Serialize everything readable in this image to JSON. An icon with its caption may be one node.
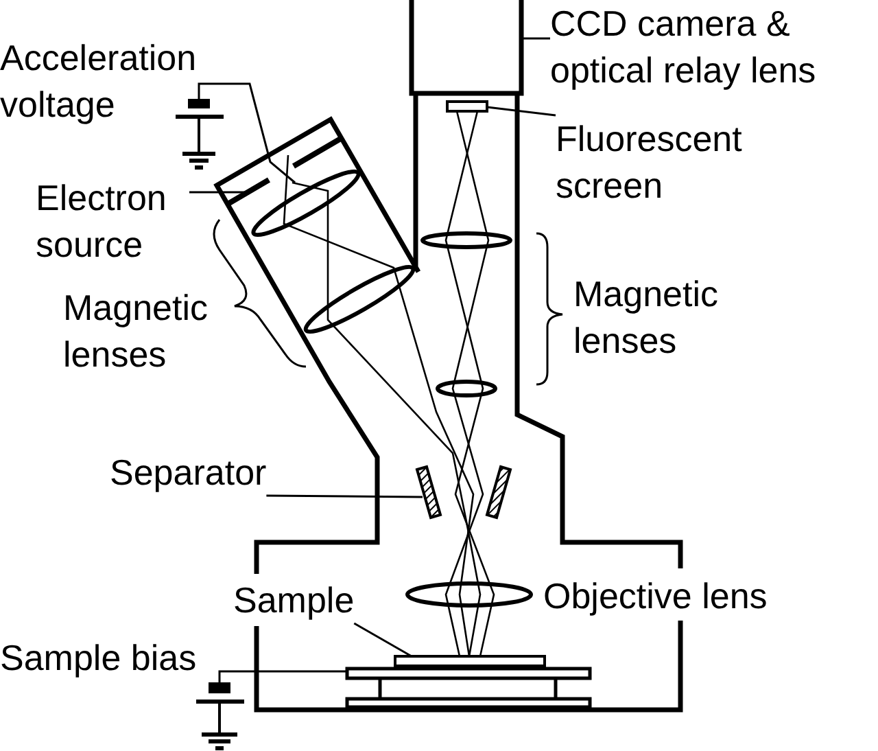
{
  "diagram": {
    "nodes": [
      {
        "text": [
          "CCD camera & optical relay lens"
        ]
      },
      {
        "text": [],
        "shape": "box"
      },
      {
        "text": [
          "Fluorescent screen"
        ]
      },
      {
        "text": [],
        "shape": "bar"
      },
      {
        "text": [
          "Electron source"
        ]
      },
      {
        "text": [],
        "shape": "bar"
      },
      {
        "text": [
          "Separator"
        ]
      },
      {
        "text": [],
        "shape": "bar"
      },
      {
        "text": [
          "Sample"
        ]
      },
      {
        "text": [],
        "shape": "bar"
      }
    ],
    "edges": [
      {
        "from": 0,
        "to": 1,
        "arrow": "none"
      },
      {
        "from": 2,
        "to": 3,
        "arrow": "none"
      },
      {
        "from": 4,
        "to": 5,
        "arrow": "none"
      },
      {
        "from": 6,
        "to": 7,
        "arrow": "none"
      },
      {
        "from": 8,
        "to": 9,
        "arrow": "none"
      }
    ],
    "labels": [
      "Acceleration voltage",
      "Magnetic lenses",
      "Magnetic lenses",
      "Objective lens",
      "Sample bias"
    ]
  }
}
